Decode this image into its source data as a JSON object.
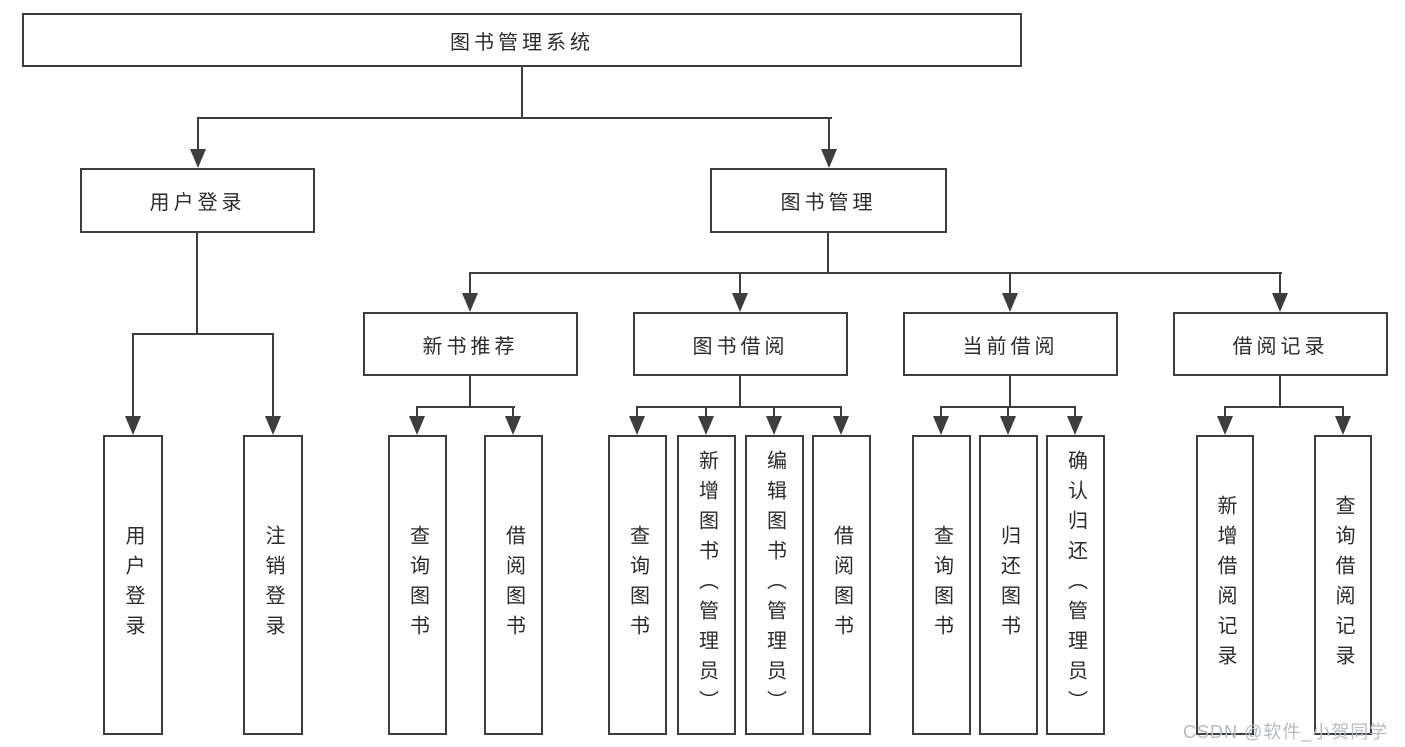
{
  "tree": {
    "label": "图书管理系统",
    "children": [
      {
        "label": "用户登录",
        "children": [
          {
            "label": "用户登录"
          },
          {
            "label": "注销登录"
          }
        ]
      },
      {
        "label": "图书管理",
        "children": [
          {
            "label": "新书推荐",
            "children": [
              {
                "label": "查询图书"
              },
              {
                "label": "借阅图书"
              }
            ]
          },
          {
            "label": "图书借阅",
            "children": [
              {
                "label": "查询图书"
              },
              {
                "label": "新增图书（管理员）"
              },
              {
                "label": "编辑图书（管理员）"
              },
              {
                "label": "借阅图书"
              }
            ]
          },
          {
            "label": "当前借阅",
            "children": [
              {
                "label": "查询图书"
              },
              {
                "label": "归还图书"
              },
              {
                "label": "确认归还（管理员）"
              }
            ]
          },
          {
            "label": "借阅记录",
            "children": [
              {
                "label": "新增借阅记录"
              },
              {
                "label": "查询借阅记录"
              }
            ]
          }
        ]
      }
    ]
  },
  "watermark": {
    "text": "CSDN @软件_小贺同学"
  },
  "colors": {
    "line": "#3d3d3d",
    "text": "#2b2b2b",
    "watermark": "#b6bac3",
    "background": "#ffffff"
  }
}
